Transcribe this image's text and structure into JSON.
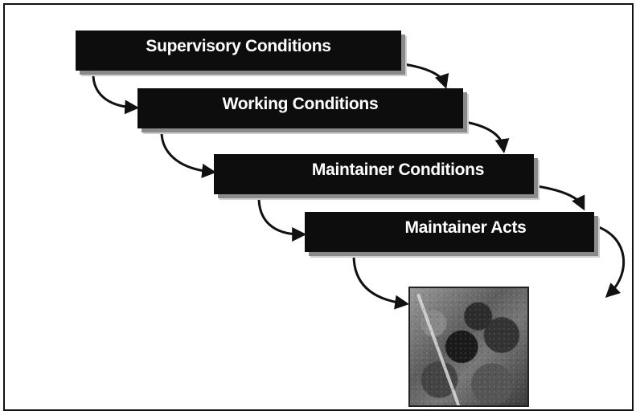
{
  "diagram": {
    "steps": [
      {
        "label": "Supervisory Conditions"
      },
      {
        "label": "Working Conditions"
      },
      {
        "label": "Maintainer Conditions"
      },
      {
        "label": "Maintainer Acts"
      }
    ],
    "photo_icon": "maintenance-photo"
  }
}
